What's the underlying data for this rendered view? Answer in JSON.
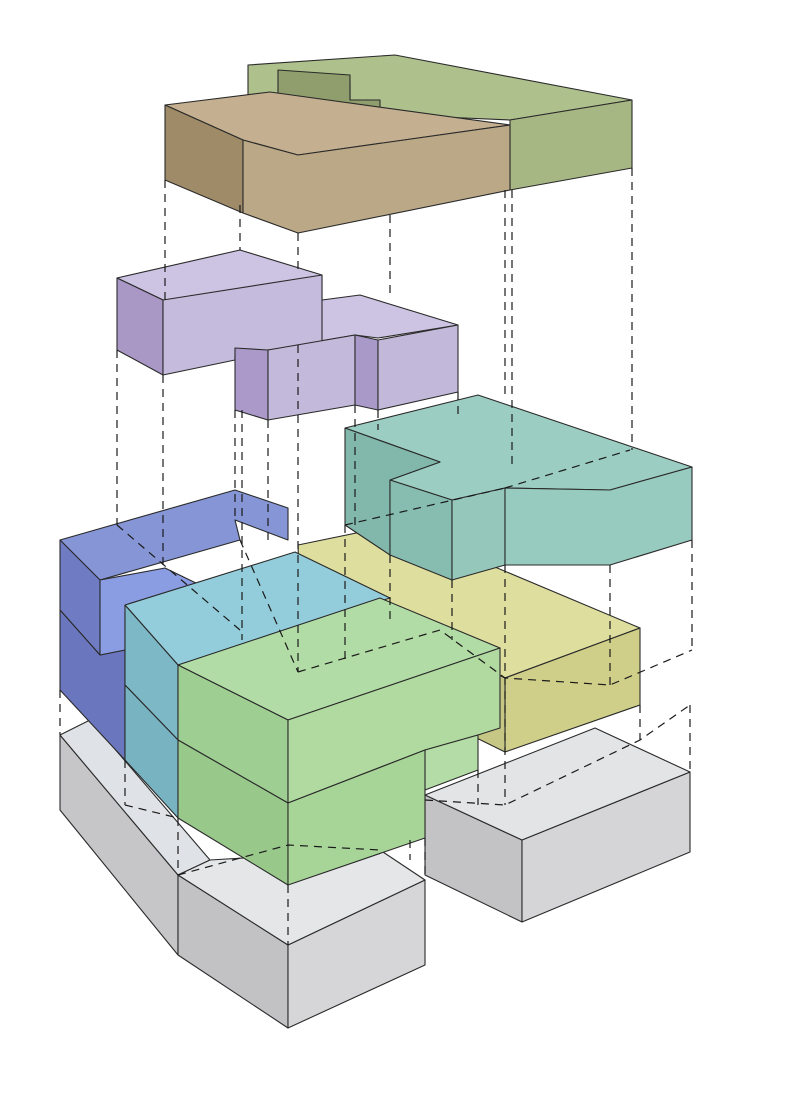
{
  "diagram": {
    "kind": "exploded axonometric massing diagram",
    "blocks": [
      {
        "id": "roof-olive",
        "color": "#a9b987"
      },
      {
        "id": "roof-tan",
        "color": "#bba887"
      },
      {
        "id": "lavender",
        "color": "#c2b8da"
      },
      {
        "id": "teal",
        "color": "#8fc3b7"
      },
      {
        "id": "yellow",
        "color": "#d6d694"
      },
      {
        "id": "blue",
        "color": "#7f8ed4"
      },
      {
        "id": "cyan",
        "color": "#8fc9d6"
      },
      {
        "id": "green",
        "color": "#a9d69a"
      },
      {
        "id": "grey-base",
        "color": "#d2d2d4"
      }
    ]
  }
}
